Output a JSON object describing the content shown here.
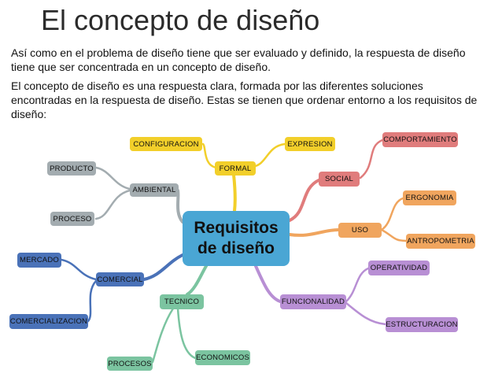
{
  "title": "El concepto de diseño",
  "paragraphs": {
    "p1": "Así como en el problema de diseño tiene que ser evaluado y definido, la respuesta de diseño tiene que ser concentrada en un concepto de diseño.",
    "p2": "El concepto de diseño es una respuesta clara, formada por las diferentes soluciones encontradas en la respuesta de diseño. Estas se tienen que ordenar entorno a los requisitos de diseño:"
  },
  "mindmap": {
    "center": {
      "line1": "Requisitos",
      "line2": "de diseño",
      "color": "#4aa6d4"
    },
    "nodes": {
      "formal": "FORMAL",
      "configuracion": "CONFIGURACION",
      "expresion": "EXPRESION",
      "ambiental": "AMBIENTAL",
      "producto": "PRODUCTO",
      "proceso": "PROCESO",
      "social": "SOCIAL",
      "comportamiento": "COMPORTAMIENTO",
      "uso": "USO",
      "ergonomia": "ERGONOMIA",
      "antropometria": "ANTROPOMETRIA",
      "comercial": "COMERCIAL",
      "mercado": "MERCADO",
      "comercializacion": "COMERCIALIZACION",
      "tecnico": "TECNICO",
      "procesos": "PROCESOS",
      "economicos": "ECONOMICOS",
      "funcionalidad": "FUNCIONALIDAD",
      "operatividad": "OPERATIVIDAD",
      "estructuracion": "ESTRUCTURACION"
    },
    "colors": {
      "yellow": "#f2cf2a",
      "gray": "#a3acb0",
      "red": "#e07c7c",
      "orange": "#f0a55e",
      "blue": "#4a72b8",
      "green": "#7bc4a0",
      "purple": "#b88fd4"
    }
  }
}
